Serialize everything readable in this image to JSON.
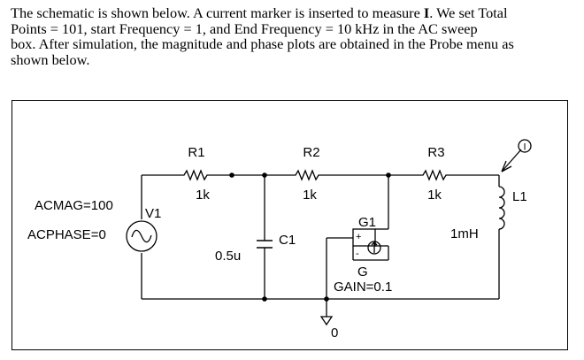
{
  "paragraph": {
    "line1": {
      "before": "The schematic is shown below.  A current marker is inserted to measure ",
      "bold": "I",
      "after": ".  We set Total"
    },
    "line2": "Points  =  101, start Frequency  =  1,  and End Frequency  =  10 kHz in the AC sweep",
    "line3": "box.  After simulation, the magnitude and phase plots are obtained in the Probe menu as",
    "line4": "shown below."
  },
  "schematic": {
    "source": {
      "ref": "V1",
      "acmag": "ACMAG=100",
      "acphase": "ACPHASE=0"
    },
    "r1": {
      "ref": "R1",
      "value": "1k"
    },
    "r2": {
      "ref": "R2",
      "value": "1k"
    },
    "r3": {
      "ref": "R3",
      "value": "1k"
    },
    "c1": {
      "ref": "C1",
      "value": "0.5u"
    },
    "l1": {
      "ref": "L1",
      "value": "1mH"
    },
    "g1": {
      "ref": "G1",
      "gain": "GAIN=0.1",
      "plus": "+",
      "minus": "-",
      "g_label": "G"
    },
    "ground": {
      "label": "0"
    },
    "current_marker": {
      "label": "I"
    }
  }
}
